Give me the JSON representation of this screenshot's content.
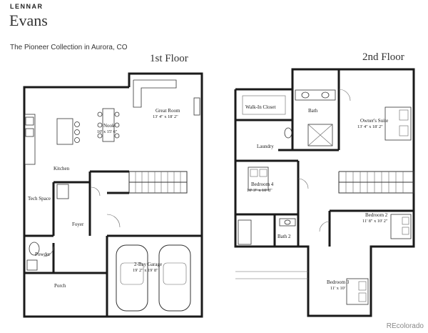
{
  "header": {
    "brand": "LENNAR",
    "plan_name": "Evans",
    "collection": "The Pioneer Collection in Aurora, CO"
  },
  "floors": {
    "first": {
      "label": "1st Floor",
      "rooms": {
        "nook": {
          "name": "Nook",
          "dims": "10' x 15' 6\""
        },
        "great_room": {
          "name": "Great Room",
          "dims": "13' 4\" x 18' 2\""
        },
        "kitchen": {
          "name": "Kitchen"
        },
        "tech_space": {
          "name": "Tech Space"
        },
        "foyer": {
          "name": "Foyer"
        },
        "powder": {
          "name": "Powder"
        },
        "garage": {
          "name": "2-Bay Garage",
          "dims": "19' 2\" x 19' 8\""
        },
        "porch": {
          "name": "Porch"
        }
      }
    },
    "second": {
      "label": "2nd Floor",
      "rooms": {
        "walk_in_closet": {
          "name": "Walk-In Closet"
        },
        "bath": {
          "name": "Bath"
        },
        "owners_suite": {
          "name": "Owner's Suite",
          "dims": "13' 4\" x 18' 2\""
        },
        "laundry": {
          "name": "Laundry"
        },
        "bedroom4": {
          "name": "Bedroom 4",
          "dims": "10' 3\" x 10' 8\""
        },
        "bedroom2": {
          "name": "Bedroom 2",
          "dims": "11' 8\" x 10' 2\""
        },
        "bath2": {
          "name": "Bath 2"
        },
        "bedroom3": {
          "name": "Bedroom 3",
          "dims": "11' x 10'"
        }
      }
    }
  },
  "credit": "REcolorado"
}
